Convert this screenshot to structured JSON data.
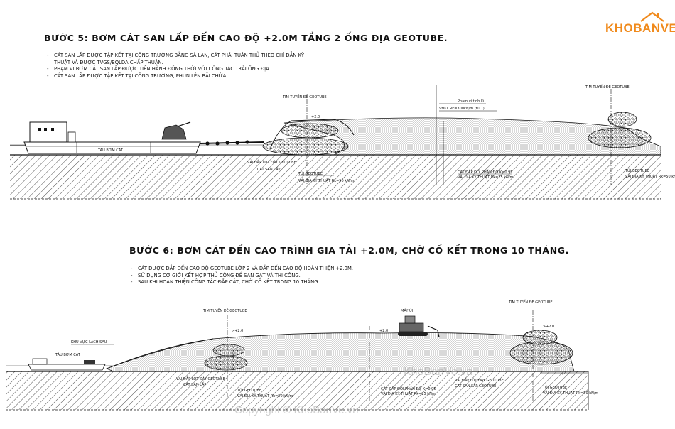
{
  "brand": {
    "logo_text": "KHOBANVE",
    "accent": "#f08a1c"
  },
  "step5": {
    "title": "BƯỚC 5: BƠM CÁT SAN LẤP ĐẾN CAO ĐỘ +2.0M TẦNG 2 ỐNG ĐỊA GEOTUBE.",
    "notes": [
      "CÁT SAN LẤP ĐƯỢC TẬP KẾT TẠI CÔNG TRƯỜNG BẰNG SÀ LAN, CÁT PHẢI TUÂN THỦ THEO CHỈ DẪN KỸ",
      "THUẬT VÀ ĐƯỢC TVGS/BQLDA CHẤP THUẬN.",
      "PHẠM VI BƠM CÁT SAN LẤP ĐƯỢC TIẾN HÀNH ĐỒNG THỜI VỚI CÔNG TÁC TRẢI ỐNG ĐỊA.",
      "CÁT SAN LẤP ĐƯỢC TẬP KẾT TẠI CÔNG TRƯỜNG, PHUN LÊN BÃI CHỨA."
    ],
    "labels": {
      "barge": "TÀU BƠM CÁT",
      "centerline_left": "TIM TUYẾN ĐÊ GEOTUBE",
      "centerline_right": "TIM TUYẾN ĐÊ GEOTUBE",
      "elev": "+2.0",
      "drain": "Phạm vi tính lũ",
      "vdkt": "VĐKT Rk=300kN/m (ĐT1)",
      "sand_layer": "CÁT ĐẮP ĐỔI PHẦN ĐỘ K=0.95",
      "fabric": "VẢI ĐỊA KỸ THUẬT Rk=25 kN/m",
      "geotube": "TÚI GEOTUBE",
      "geotube_fabric": "VẢI ĐỊA KỸ THUẬT Rk=50 kN/m",
      "right_tube": "TÚI GEOTUBE",
      "right_fabric": "VẢI ĐỊA KỸ THUẬT Rk=50 kN/m",
      "bed": "VẢI ĐẮP LÓT ĐÁY GEOTUBE",
      "bed2": "CÁT SAN LẤP"
    }
  },
  "step6": {
    "title": "BƯỚC 6: BƠM CÁT ĐẾN CAO TRÌNH GIA TẢI +2.0M, CHỜ CỐ KẾT TRONG 10 THÁNG.",
    "notes": [
      "CÁT ĐƯỢC ĐẮP ĐẾN CAO ĐỘ GEOTUBE LỚP 2 VÀ ĐẮP ĐẾN CAO ĐỘ HOÀN THIỆN +2.0M.",
      "SỬ DỤNG CƠ GIỚI KẾT HỢP THỦ CÔNG ĐỂ SAN GẠT VÀ THI CÔNG.",
      "SAU KHI HOÀN THIỆN CÔNG TÁC ĐẮP CÁT, CHỜ CỐ KẾT TRONG 10 THÁNG."
    ],
    "labels": {
      "channel": "KHU VỰC LẠCH SÂU",
      "barge": "TÀU BƠM CÁT",
      "centerline_left": "TIM TUYẾN ĐÊ GEOTUBE",
      "centerline_right": "TIM TUYẾN ĐÊ GEOTUBE",
      "elev_left": ">+2.0",
      "elev_mid": "+2.0",
      "elev_right": ">+2.0",
      "dozer": "MÁY ỦI",
      "bed": "VẢI ĐẮP LÓT ĐÁY GEOTUBE",
      "bed2": "CÁT SAN LẤP",
      "geotube": "TÚI GEOTUBE",
      "geotube_fabric": "VẢI ĐỊA KỸ THUẬT Rk=50 kN/m",
      "sand_layer": "CÁT ĐẮP ĐỔI PHẦN ĐỘ K=0.95",
      "fabric": "VẢI ĐỊA KỸ THUẬT Rk=25 kN/m",
      "mid_bed": "VẢI ĐẮP LÓT ĐÁY GEOTUBE",
      "mid_tube": "CÁT SAN LẤP GEOTUBE",
      "right_tube": "TÚI GEOTUBE",
      "right_fabric": "VẢI ĐỊA KỸ THUẬT Rk=50 kN/m",
      "dim": "1/2"
    }
  },
  "watermarks": {
    "center": "KhoBanVe.vn",
    "copyright": "Copyright © KhoBanVe.vn"
  }
}
